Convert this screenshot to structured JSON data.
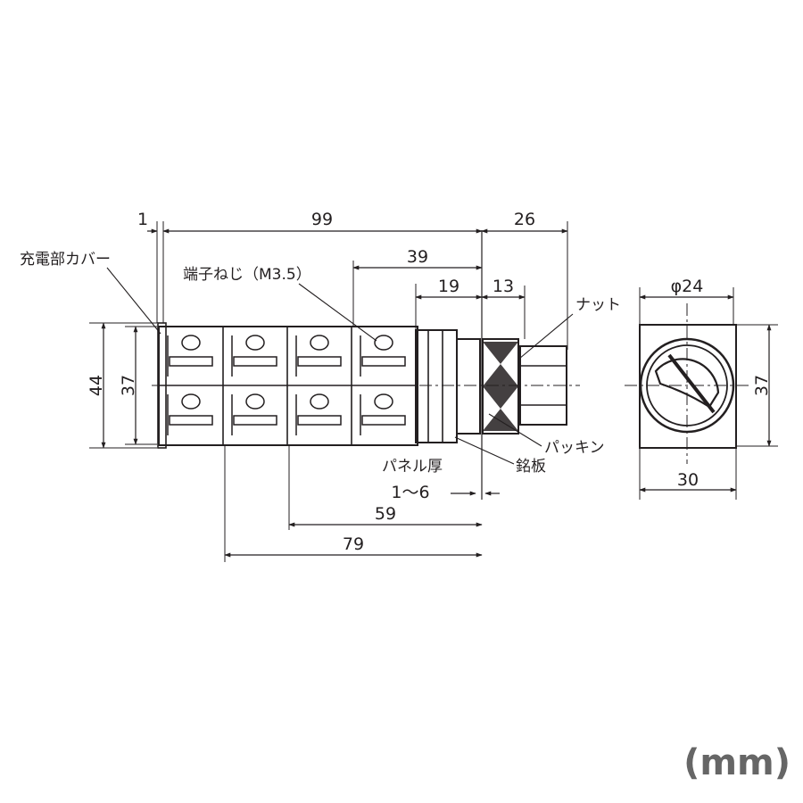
{
  "dimensions": {
    "d1": "1",
    "d99": "99",
    "d26": "26",
    "d39": "39",
    "d19": "19",
    "d13": "13",
    "d44": "44",
    "d37_left": "37",
    "d59": "59",
    "d79": "79",
    "panel_range": "1～6",
    "d_phi24": "φ24",
    "d37_right": "37",
    "d30": "30"
  },
  "labels": {
    "live_part_cover": "充電部カバー",
    "terminal_screw": "端子ねじ（M3.5）",
    "nut": "ナット",
    "packing": "パッキン",
    "nameplate": "銘板",
    "panel_thickness": "パネル厚"
  },
  "unit": "(mm)",
  "colors": {
    "line": "#231f20",
    "unit_text": "#666666"
  }
}
